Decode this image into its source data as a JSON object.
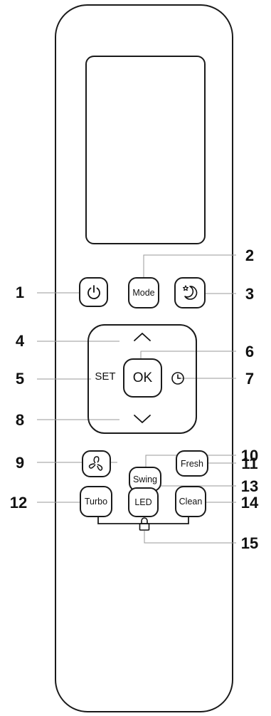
{
  "buttons": {
    "power": "",
    "mode": "Mode",
    "sleep": "",
    "ok": "OK",
    "set": "SET",
    "fan": "",
    "swing": "Swing",
    "fresh": "Fresh",
    "turbo": "Turbo",
    "led": "LED",
    "clean": "Clean"
  },
  "callouts": [
    "1",
    "2",
    "3",
    "4",
    "5",
    "6",
    "7",
    "8",
    "9",
    "10",
    "11",
    "12",
    "13",
    "14",
    "15"
  ],
  "icons": [
    "power-icon",
    "moon-star-icon",
    "up-arrow-icon",
    "down-arrow-icon",
    "clock-icon",
    "fan-icon",
    "lock-icon"
  ]
}
